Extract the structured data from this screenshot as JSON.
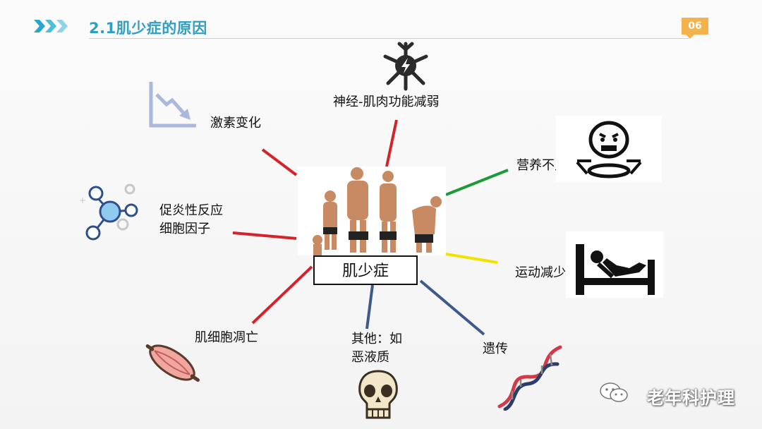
{
  "header": {
    "title": "2.1肌少症的原因",
    "page_number": "06"
  },
  "center": {
    "label": "肌少症"
  },
  "causes": {
    "neuro": "神经-肌肉功能减弱",
    "hormone": "激素变化",
    "nutrition": "营养不足",
    "inflammation_line1": "促炎性反应",
    "inflammation_line2": "细胞因子",
    "exercise": "运动减少",
    "apoptosis": "肌细胞凋亡",
    "other_line1": "其他：如",
    "other_line2": "恶液质",
    "genetic": "遗传"
  },
  "watermark": {
    "text": "老年科护理"
  },
  "colors": {
    "accent": "#2f9fc2",
    "badge": "#f3b24b",
    "red": "#d4232b",
    "green": "#1f9a3a",
    "yellow": "#f2e200",
    "blue": "#3d5a8a"
  }
}
